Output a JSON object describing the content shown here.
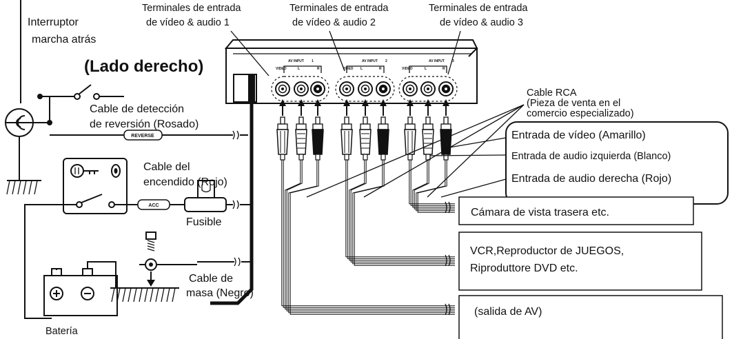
{
  "labels": {
    "reverse_switch_line1": "Interruptor",
    "reverse_switch_line2": "marcha atrás",
    "right_side": "(Lado derecho)",
    "terminal1_line1": "Terminales de entrada",
    "terminal1_line2": "de vídeo & audio 1",
    "terminal2_line1": "Terminales de entrada",
    "terminal2_line2": "de vídeo & audio 2",
    "terminal3_line1": "Terminales de entrada",
    "terminal3_line2": "de vídeo & audio 3",
    "reverse_detect_line1": "Cable de detección",
    "reverse_detect_line2": "de reversión (Rosado)",
    "reverse_tag": "REVERSE",
    "ignition_line1": "Cable del",
    "ignition_line2": "encendido (Rojo)",
    "acc_tag": "ACC",
    "fuse": "Fusible",
    "ground_line1": "Cable de",
    "ground_line2": "masa (Negro)",
    "battery": "Batería",
    "rca_line1": "Cable RCA",
    "rca_line2": "(Pieza de venta en el",
    "rca_line3": "comercio especializado)"
  },
  "panel": {
    "av_input": "AV INPUT",
    "input_numbers": [
      "1",
      "2",
      "3"
    ],
    "video": "VIDEO",
    "l": "L",
    "r": "R"
  },
  "legend": {
    "video_in": "Entrada de vídeo (Amarillo)",
    "audio_left": "Entrada de audio izquierda (Blanco)",
    "audio_right": "Entrada de audio derecha (Rojo)"
  },
  "boxes": {
    "camera": "Cámara de vista trasera etc.",
    "vcr_line1": "VCR,Reproductor de JUEGOS,",
    "vcr_line2": "Riproduttore DVD etc.",
    "av_out": "(salida de AV)"
  }
}
